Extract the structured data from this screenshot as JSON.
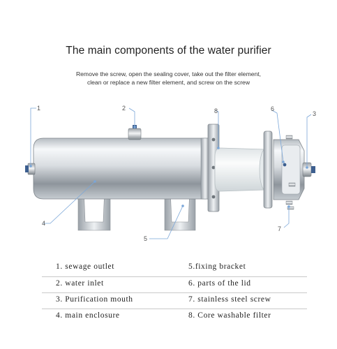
{
  "title": "The main components of the water purifier",
  "subtitle_lines": [
    "Remove the screw, open the sealing cover, take out the filter element,",
    "clean or replace a new filter element, and screw on the screw"
  ],
  "callouts": [
    "1",
    "2",
    "8",
    "6",
    "3",
    "4",
    "5",
    "7"
  ],
  "legend": [
    "1. sewage outlet",
    "2. water inlet",
    "3. Purification mouth",
    "4. main enclosure",
    "5.fixing bracket",
    "6. parts of the lid",
    "7. stainless steel screw",
    "8. Core washable filter"
  ],
  "colors": {
    "steel_light": "#f4f6f8",
    "steel_dark": "#8d949b",
    "filter_core": "#eef1f2",
    "callout_line": "#7aa6d8"
  }
}
